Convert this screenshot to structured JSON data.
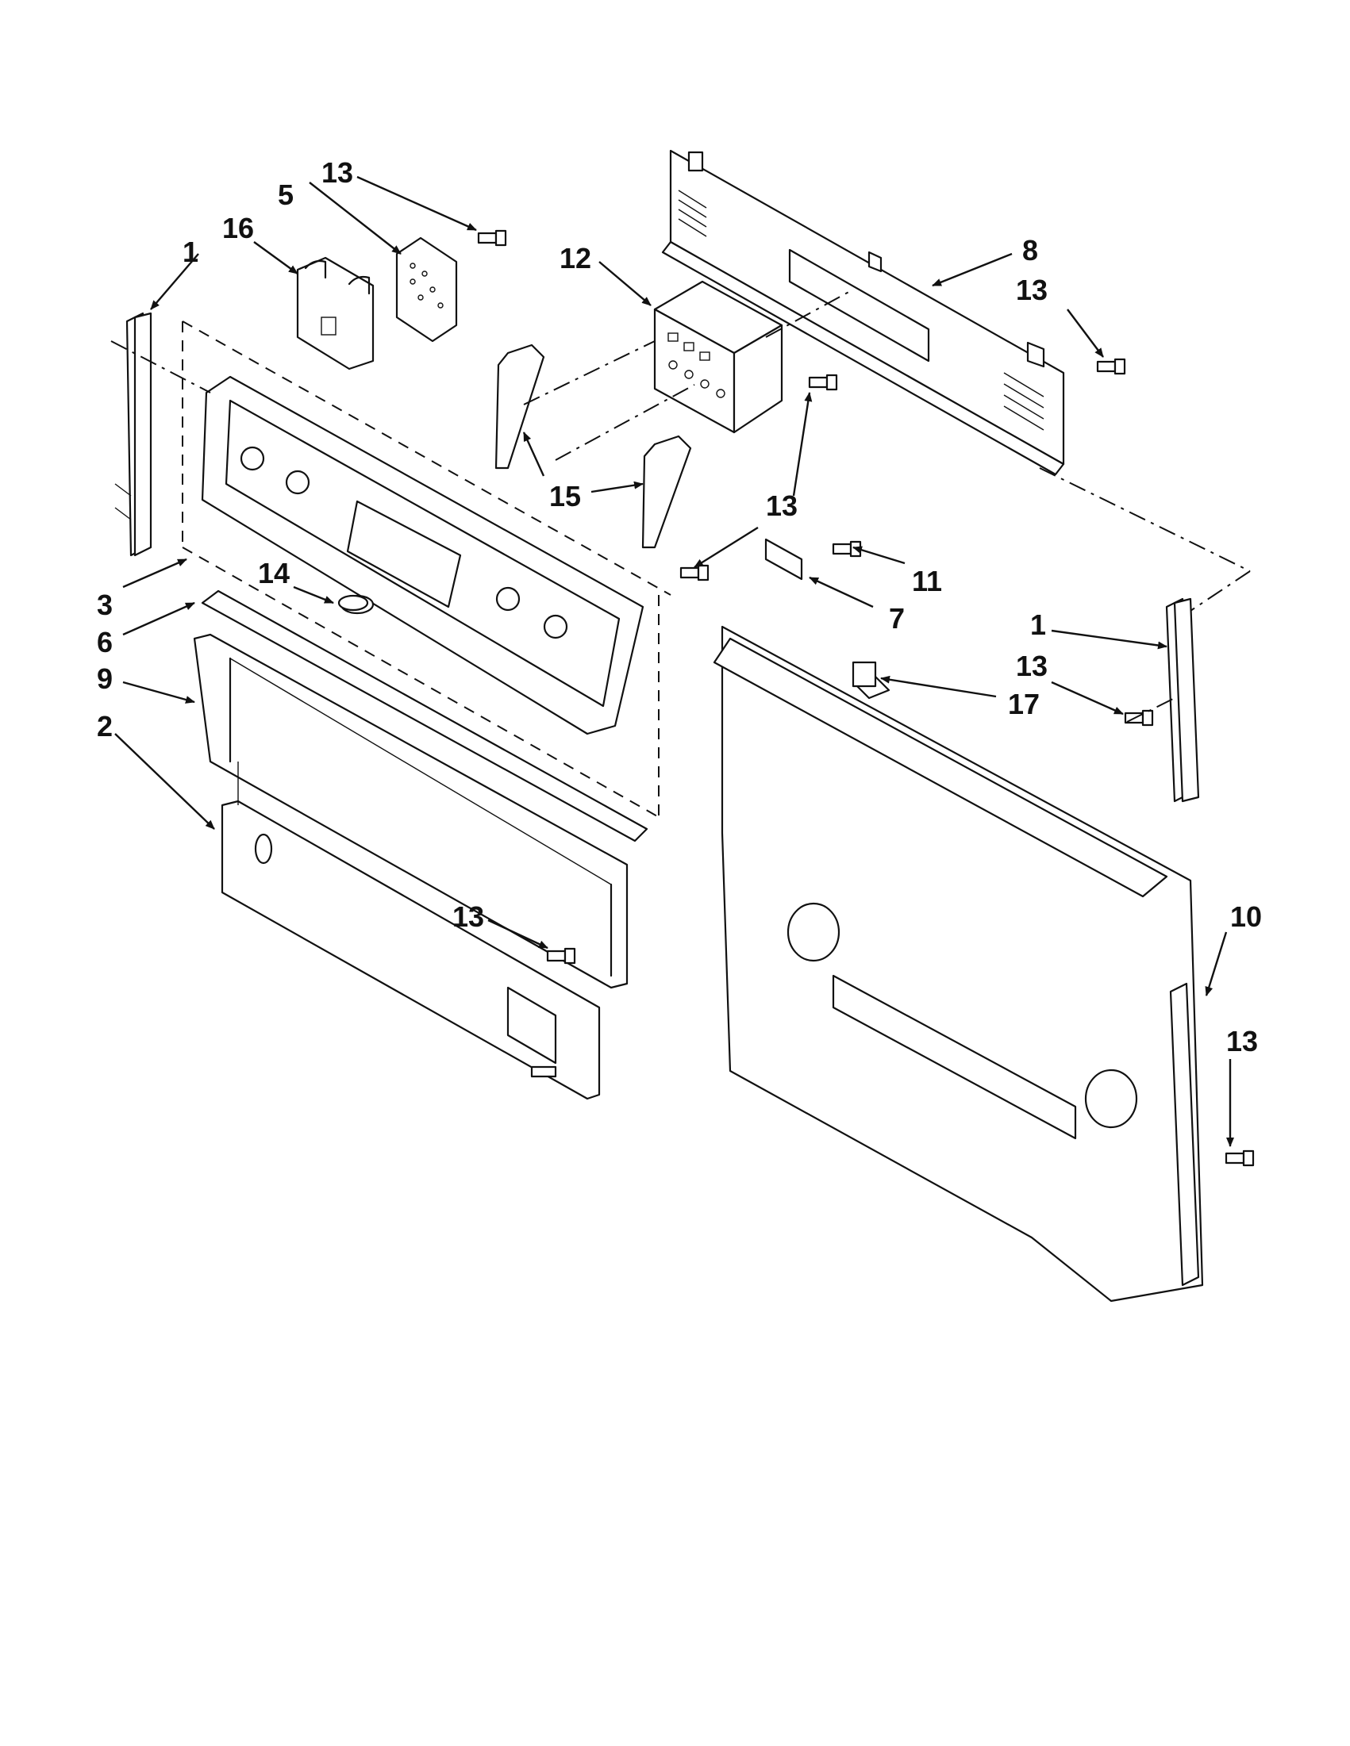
{
  "callouts": {
    "c1a": "1",
    "c1b": "1",
    "c2": "2",
    "c3": "3",
    "c5": "5",
    "c6": "6",
    "c7": "7",
    "c8": "8",
    "c9": "9",
    "c10": "10",
    "c11": "11",
    "c12": "12",
    "c13a": "13",
    "c13b": "13",
    "c13c": "13",
    "c13d": "13",
    "c13e": "13",
    "c13f": "13",
    "c14": "14",
    "c15": "15",
    "c16": "16",
    "c17": "17"
  }
}
